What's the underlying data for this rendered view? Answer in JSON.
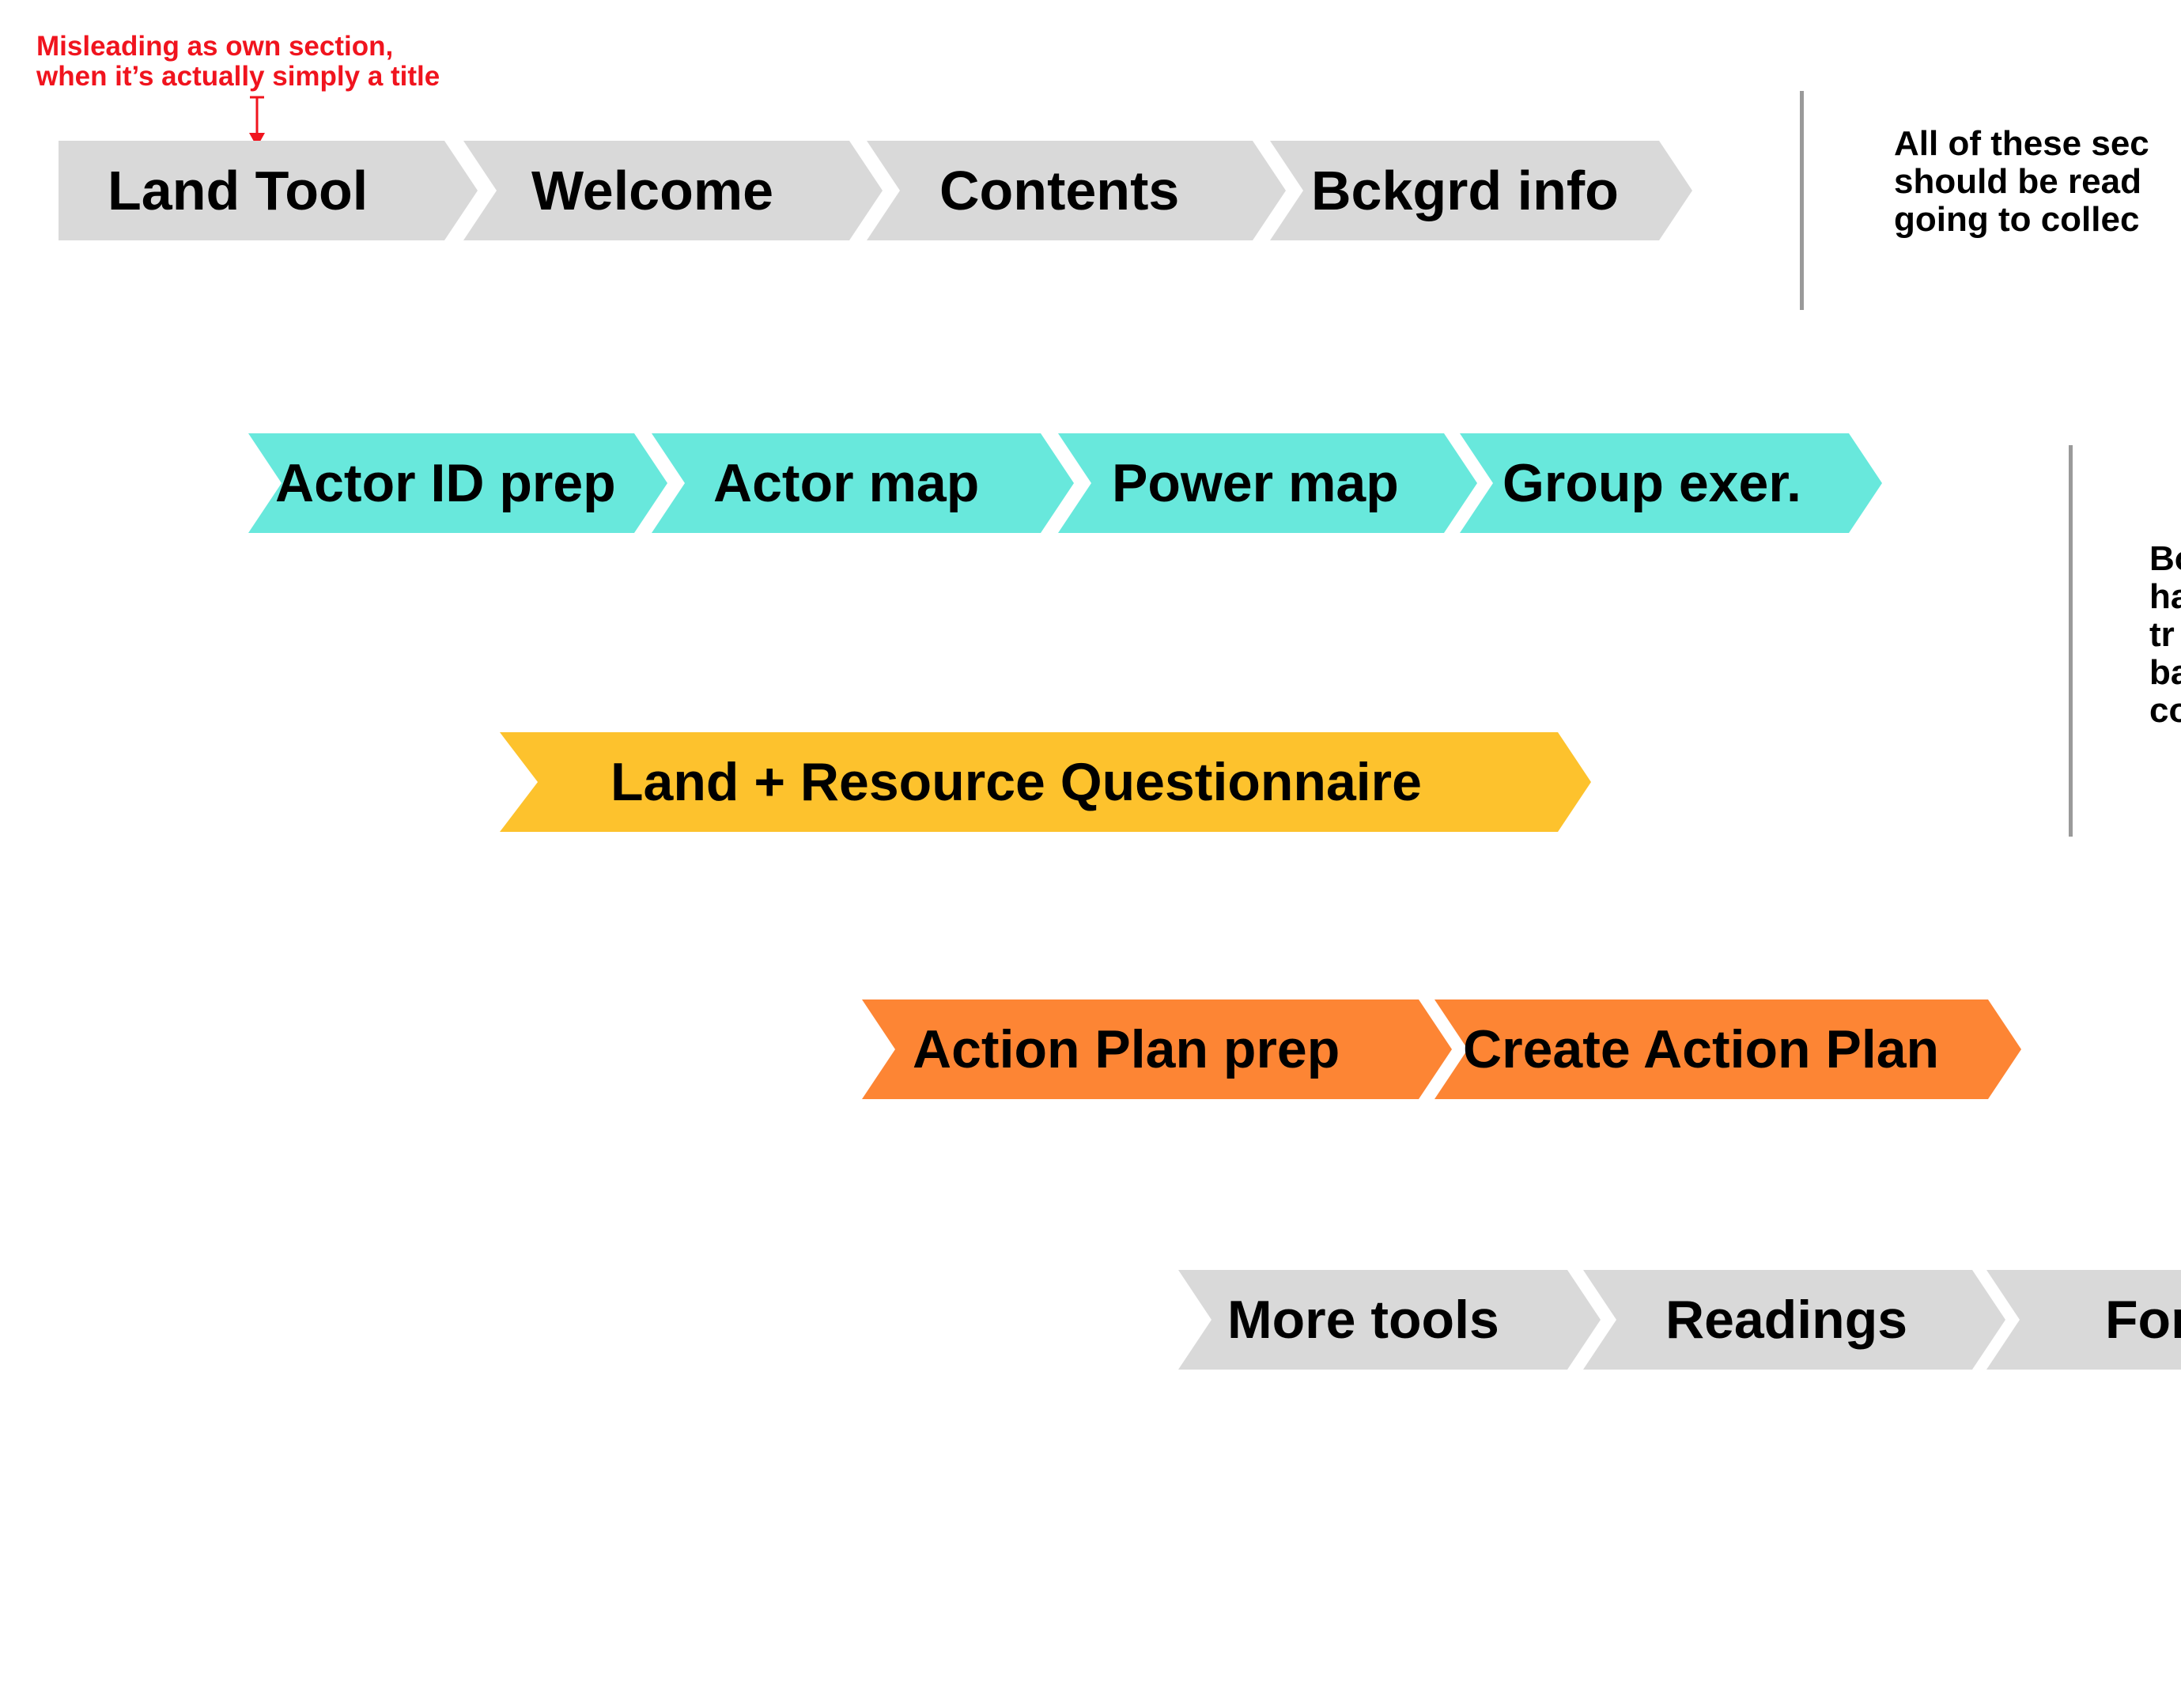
{
  "annotation": {
    "lines": [
      "Misleading as own section,",
      "when it’s actually simply a title"
    ],
    "color": "#f0141e"
  },
  "colors": {
    "gray": "#d9d9d9",
    "teal": "#68e8dc",
    "yellow": "#fdc22d",
    "orange": "#fd8534",
    "divider": "#9a9a9a"
  },
  "rows": {
    "intro": [
      "Land Tool",
      "Welcome",
      "Contents",
      "Bckgrd info"
    ],
    "actors": [
      "Actor ID prep",
      "Actor map",
      "Power map",
      "Group exer."
    ],
    "questionnaire": [
      "Land + Resource Questionnaire"
    ],
    "action": [
      "Action Plan prep",
      "Create Action Plan"
    ],
    "resources": [
      "More tools",
      "Readings",
      "For"
    ]
  },
  "notes": {
    "intro": [
      "All of these sec",
      "should be read",
      "going to collec"
    ],
    "middle": [
      "Bo",
      "ha",
      "tr",
      "ba",
      "co"
    ]
  }
}
